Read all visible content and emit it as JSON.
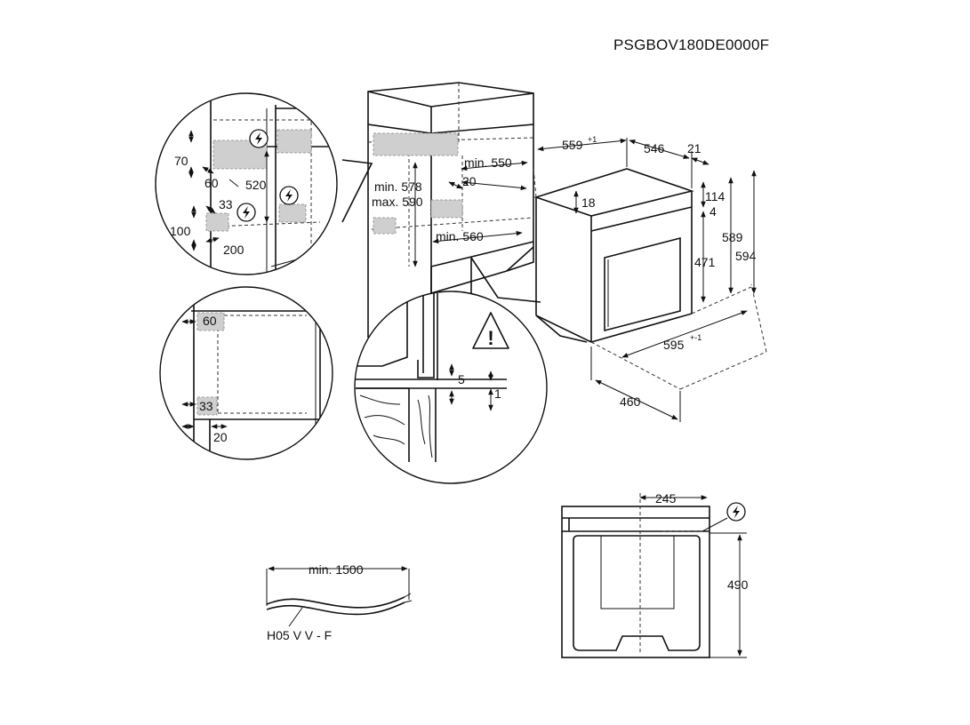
{
  "header": {
    "product_code": "PSGBOV180DE0000F"
  },
  "detail_top_left": {
    "dims": [
      "70",
      "60",
      "520",
      "33",
      "100",
      "200"
    ]
  },
  "cabinet": {
    "dims": [
      "min. 550",
      "min. 578",
      "max. 590",
      "20",
      "min. 560"
    ]
  },
  "oven": {
    "dims": {
      "width_top": "559",
      "width_top_tol": "+1",
      "depth": "546",
      "front": "21",
      "d114": "114",
      "d18": "18",
      "d4": "4",
      "d471": "471",
      "d589": "589",
      "d594": "594",
      "width_front": "595",
      "width_front_tol": "+-1",
      "d460": "460"
    }
  },
  "detail_mid_left": {
    "dims": [
      "60",
      "33",
      "20"
    ]
  },
  "detail_warning": {
    "dims": [
      "5",
      "1"
    ]
  },
  "cable": {
    "length": "min. 1500",
    "type": "H05 V V - F"
  },
  "front_view": {
    "d245": "245",
    "d490": "490"
  },
  "icons": [
    "electric-connection-icon",
    "warning-triangle-icon"
  ]
}
